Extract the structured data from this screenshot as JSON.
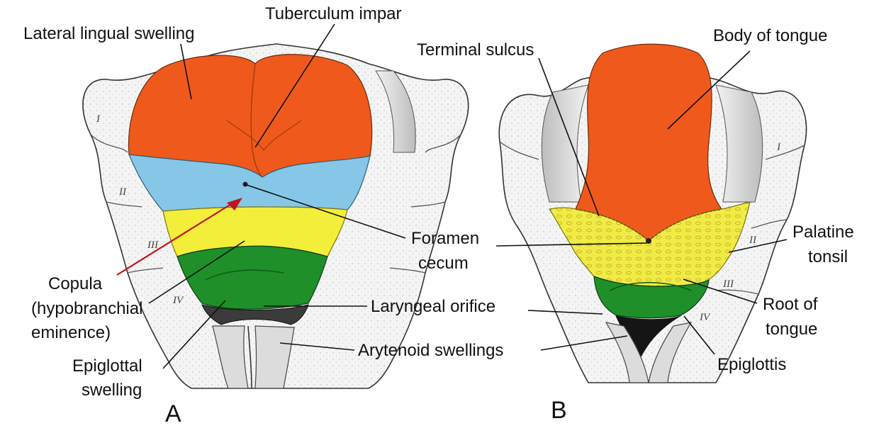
{
  "panels": {
    "a": "A",
    "b": "B"
  },
  "labels": {
    "lateral_lingual_swelling": "Lateral lingual swelling",
    "tuberculum_impar": "Tuberculum impar",
    "copula_1": "Copula",
    "copula_2": "(hypobranchial",
    "copula_3": "eminence)",
    "epiglottal_swelling_1": "Epiglottal",
    "epiglottal_swelling_2": "swelling",
    "foramen_cecum_1": "Foramen",
    "foramen_cecum_2": "cecum",
    "laryngeal_orifice": "Laryngeal orifice",
    "arytenoid_swellings": "Arytenoid swellings",
    "terminal_sulcus": "Terminal sulcus",
    "body_of_tongue": "Body of tongue",
    "palatine_tonsil_1": "Palatine",
    "palatine_tonsil_2": "tonsil",
    "root_of_tongue_1": "Root of",
    "root_of_tongue_2": "tongue",
    "epiglottis": "Epiglottis"
  },
  "arch_numerals": {
    "a": [
      "I",
      "II",
      "III",
      "IV"
    ],
    "b": [
      "I",
      "II",
      "III",
      "IV"
    ]
  },
  "colors": {
    "first_arch_orange": "#ef5a1c",
    "second_arch_blue": "#86c7e8",
    "third_arch_yellow": "#f3ee3a",
    "fourth_arch_green": "#1f8f2a",
    "arrow_red": "#c0161b",
    "tissue_gray": "#e9e9e9"
  }
}
